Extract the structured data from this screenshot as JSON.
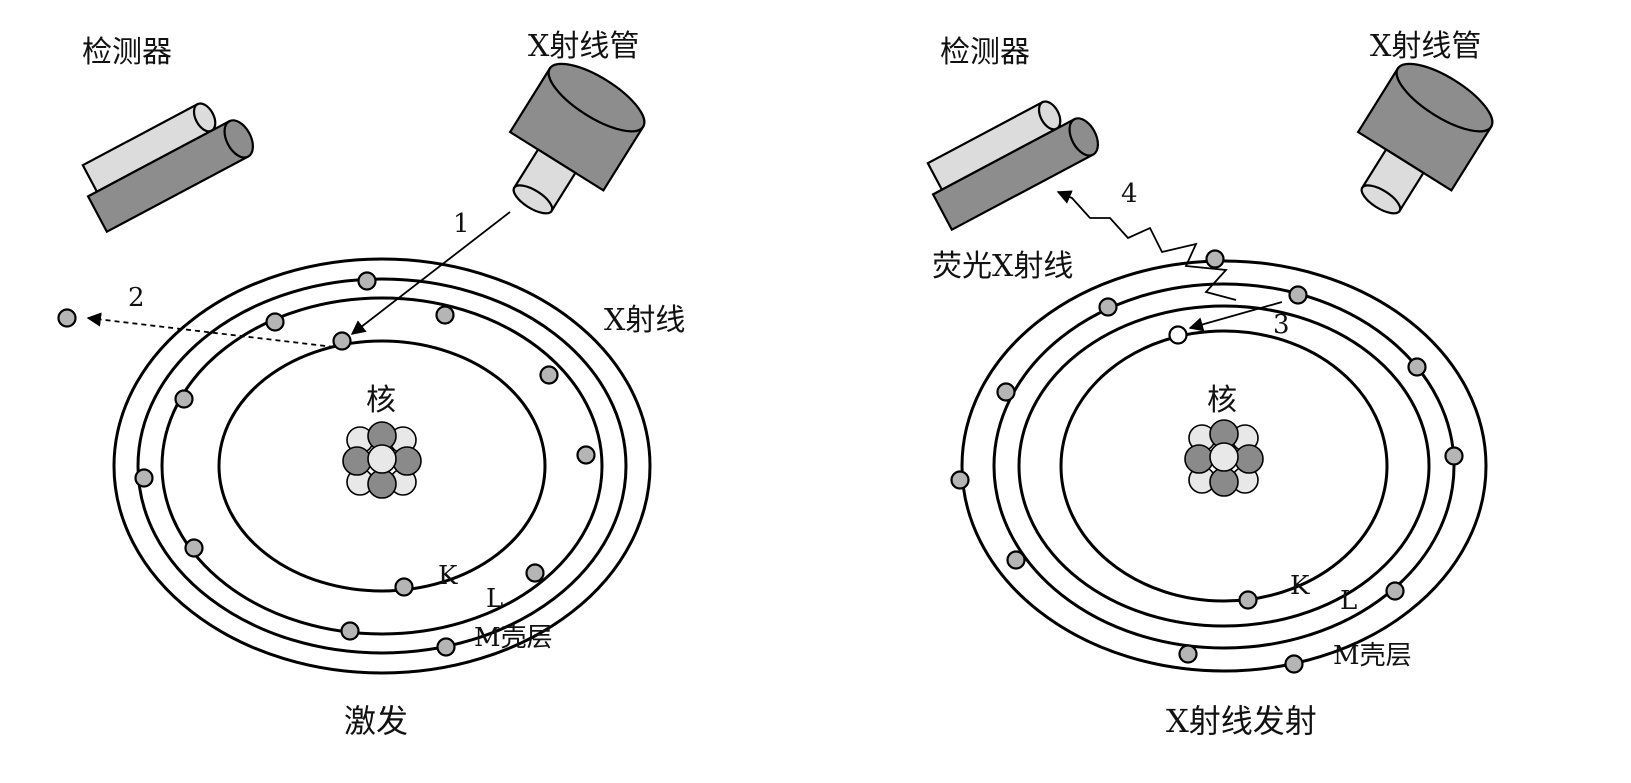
{
  "left_panel": {
    "detector_label": "检测器",
    "tube_label": "X射线管",
    "xray_label": "X射线",
    "nucleus_label": "核",
    "shell_k": "K",
    "shell_l": "L",
    "shell_m": "M壳层",
    "step_1": "1",
    "step_2": "2",
    "caption": "激发"
  },
  "right_panel": {
    "detector_label": "检测器",
    "tube_label": "X射线管",
    "fluorescence_label": "荧光X射线",
    "nucleus_label": "核",
    "shell_k": "K",
    "shell_l": "L",
    "shell_m": "M壳层",
    "step_3": "3",
    "step_4": "4",
    "caption": "X射线发射"
  },
  "colors": {
    "electron": "#b5b5b5",
    "vacancy": "#ffffff",
    "device_dark": "#8d8d8d",
    "device_light": "#dcdcdc"
  }
}
